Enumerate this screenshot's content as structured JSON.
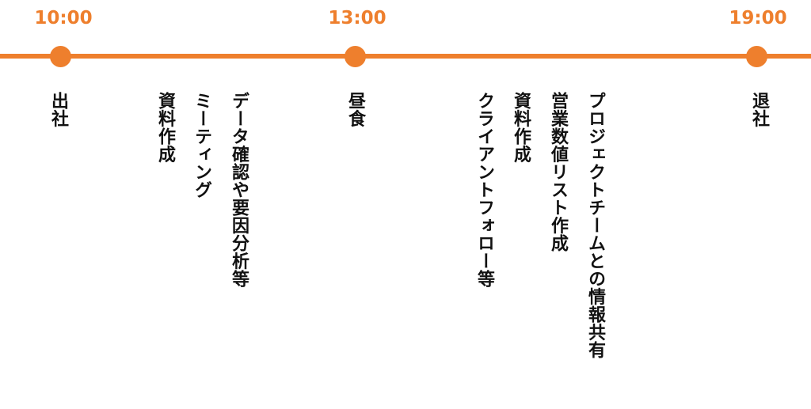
{
  "accent_color": "#ee7f2d",
  "timeline": {
    "times": [
      "10:00",
      "13:00",
      "19:00"
    ],
    "activities": [
      "出社",
      "資料作成",
      "ミーティング",
      "データ確認や要因分析等",
      "昼食",
      "クライアントフォロー等",
      "資料作成",
      "営業数値リスト作成",
      "プロジェクトチームとの情報共有",
      "退社"
    ]
  }
}
